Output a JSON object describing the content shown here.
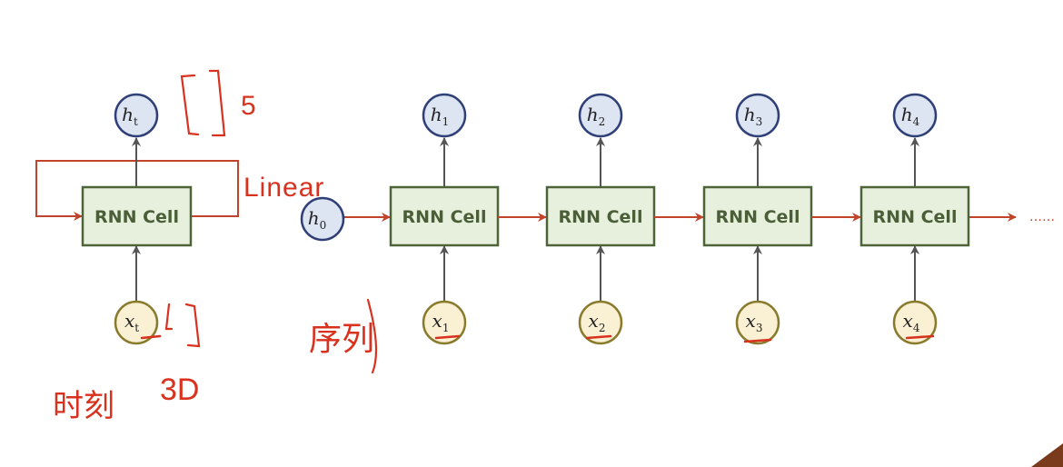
{
  "diagram": {
    "folded": {
      "cell_label": "RNN Cell",
      "output": {
        "var": "h",
        "sub": "t"
      },
      "input": {
        "var": "x",
        "sub": "t"
      }
    },
    "initial_state": {
      "var": "h",
      "sub": "0"
    },
    "unrolled": [
      {
        "cell_label": "RNN Cell",
        "output": {
          "var": "h",
          "sub": "1"
        },
        "input": {
          "var": "x",
          "sub": "1"
        }
      },
      {
        "cell_label": "RNN Cell",
        "output": {
          "var": "h",
          "sub": "2"
        },
        "input": {
          "var": "x",
          "sub": "2"
        }
      },
      {
        "cell_label": "RNN Cell",
        "output": {
          "var": "h",
          "sub": "3"
        },
        "input": {
          "var": "x",
          "sub": "3"
        }
      },
      {
        "cell_label": "RNN Cell",
        "output": {
          "var": "h",
          "sub": "4"
        },
        "input": {
          "var": "x",
          "sub": "4"
        }
      }
    ],
    "continuation": "……"
  },
  "annotations": {
    "hidden_size": "5",
    "linear": "Linear",
    "dim": "3D",
    "sequence": "序列",
    "time_step": "时刻"
  },
  "colors": {
    "cell_fill": "#e6f0dc",
    "cell_border": "#4f6339",
    "h_fill": "#dde4f2",
    "h_border": "#2f3f77",
    "x_fill": "#faf1d4",
    "x_border": "#8a7a2c",
    "recurrent_arrow": "#c0432a",
    "io_arrow": "#555555",
    "handwriting": "#d8321f"
  }
}
